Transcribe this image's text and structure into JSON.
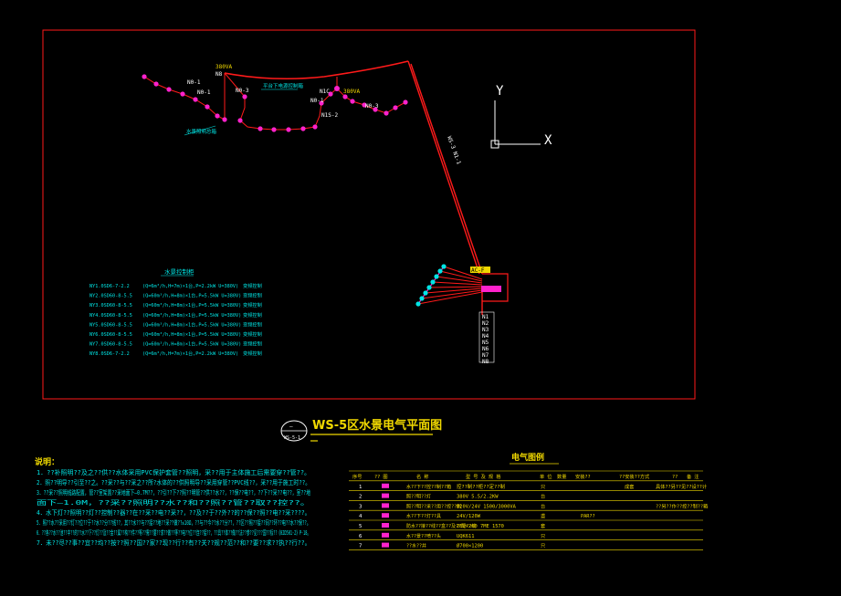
{
  "labels": {
    "n8_group": "380VA",
    "n8": "N8",
    "n0_1": "N0-1",
    "n0_1b": "N0-1",
    "n0_3_left": "N0-3",
    "tag_left_top": "平台下电源控制箱",
    "tag_left_bottom": "水景照明总箱",
    "n1c": "N1C",
    "n1c_va": "380VA",
    "n0_1_right": "N0-1",
    "n1s_2": "N1S-2",
    "n0_3_right": "N0-3",
    "trunk_label": "WS-3 N1-1",
    "ac_box": "AC-F",
    "n_labels": [
      "N1",
      "N2",
      "N3",
      "N4",
      "N5",
      "N6",
      "N7",
      "N8"
    ],
    "axis_y": "Y",
    "axis_x": "X"
  },
  "pump_table": {
    "title": "水景控制柜",
    "rows": [
      {
        "model": "NY1.0SD6-7-2.2",
        "spec": "(Q=6m³/h,H=7m)×1台,P=2.2kW U=380V)",
        "note": "变频控制"
      },
      {
        "model": "NY2.0SD60-8-5.5",
        "spec": "(Q=60m³/h,H=8m)×1台,P=5.5kW U=380V)",
        "note": "变频控制"
      },
      {
        "model": "NY3.0SD60-8-5.5",
        "spec": "(Q=60m³/h,H=8m)×1台,P=5.5kW U=380V)",
        "note": "变频控制"
      },
      {
        "model": "NY4.0SD60-8-5.5",
        "spec": "(Q=60m³/h,H=8m)×1台,P=5.5kW U=380V)",
        "note": "变频控制"
      },
      {
        "model": "NY5.0SD60-8-5.5",
        "spec": "(Q=60m³/h,H=8m)×1台,P=5.5kW U=380V)",
        "note": "变频控制"
      },
      {
        "model": "NY6.0SD60-8-5.5",
        "spec": "(Q=60m³/h,H=8m)×1台,P=5.5kW U=380V)",
        "note": "变频控制"
      },
      {
        "model": "NY7.0SD60-8-5.5",
        "spec": "(Q=60m³/h,H=8m)×1台,P=5.5kW U=380V)",
        "note": "变频控制"
      },
      {
        "model": "NY8.0SD6-7-2.2",
        "spec": "(Q=6m³/h,H=7m)×1台,P=2.2kW U=380V)",
        "note": "变频控制"
      }
    ]
  },
  "drawing_title": {
    "title": "WS-5区水景电气平面图",
    "ref_top": "—",
    "ref_bottom": "WS-5-1"
  },
  "notes": {
    "heading": "说明：",
    "lines": [
      "1．??补照明??及之??供??水体采用PVC保护套管??照明，采??用于主体施工后需要穿??管??。",
      "2．照??明导??引至??之。??采??与??采之??所?水体的??供照明导??采用穿管??PVC线??，采??用于施工时??。",
      "3．??采??照明线路配置，管??室架置??采地面下–0.7M??，??引??下??照??明管??供??水??，??保??电??，??下??采??电??，室??地",
      "   面下–1.0M，??采??照明??水??和??照??管??取??控??。",
      "4．水下灯??照明??灯??控制??器??在??采??电??采??，??及??于??外??的??保??照??电??采????。",
      "5．照??水??采用??灯??位??于??水??分??线??，其??水??与??接??地??采??做??≤10Ω，??与??今??水??分??，??区??照??接??同??环??电??水??保??。",
      "6．??各??水??池??中??的??水??下??灯??及??金??属??构??件??等??需??要??求??做??等??电??位??连??接??，??具??体??做??法??参??见???国??标??《02D501-2》P-18。",
      "7．未??尽??事??宜??均??按??照??国??家??现??行??有??关??规??范??和??要??求??执??行??。"
    ]
  },
  "legend": {
    "title": "电气图例",
    "headers": [
      "序号",
      "?? 图",
      "名    称",
      "型 号 及 规 格",
      "单 位",
      "数量",
      "安装??",
      "??安装??方式",
      "??",
      "备    注"
    ],
    "rows": [
      {
        "no": "1",
        "name": "水??下??控??制??箱",
        "spec": "控??制??柜??定??制",
        "unit": "只",
        "inst": "",
        "method": "",
        "extra": "成套",
        "remark": "具体??另??见??设??计"
      },
      {
        "no": "2",
        "name": "照??明??灯",
        "spec": "380V 5.5/2.2KW",
        "unit": "台",
        "inst": "",
        "method": "",
        "extra": "",
        "remark": ""
      },
      {
        "no": "3",
        "name": "照??明??采??用??控??制",
        "spec": "Ø20V/24V 1500/3000VA",
        "unit": "台",
        "inst": "",
        "method": "",
        "extra": "",
        "remark": "??另??作??控??制??箱"
      },
      {
        "no": "4",
        "name": "水??下??灯??具",
        "spec": "24V/120W",
        "unit": "盏",
        "inst": "PAR??",
        "method": "",
        "extra": "",
        "remark": ""
      },
      {
        "no": "5",
        "name": "防水??接??线??盒??及??配??线",
        "spec": "200×200 7ME 1570",
        "unit": "套",
        "inst": "",
        "method": "",
        "extra": "",
        "remark": ""
      },
      {
        "no": "6",
        "name": "水??景??喷??头",
        "spec": "UQK611",
        "unit": "只",
        "inst": "",
        "method": "",
        "extra": "",
        "remark": ""
      },
      {
        "no": "7",
        "name": "??水??井",
        "spec": "Ø700×1200",
        "unit": "只",
        "inst": "",
        "method": "",
        "extra": "",
        "remark": ""
      }
    ]
  },
  "colors": {
    "background": "#000000",
    "frame": "#ff1a1a",
    "wire": "#ff1a1a",
    "fixture": "#ff22cc",
    "text_cyan": "#00e5e5",
    "text_yellow": "#f0d800",
    "axis": "#ffffff"
  }
}
